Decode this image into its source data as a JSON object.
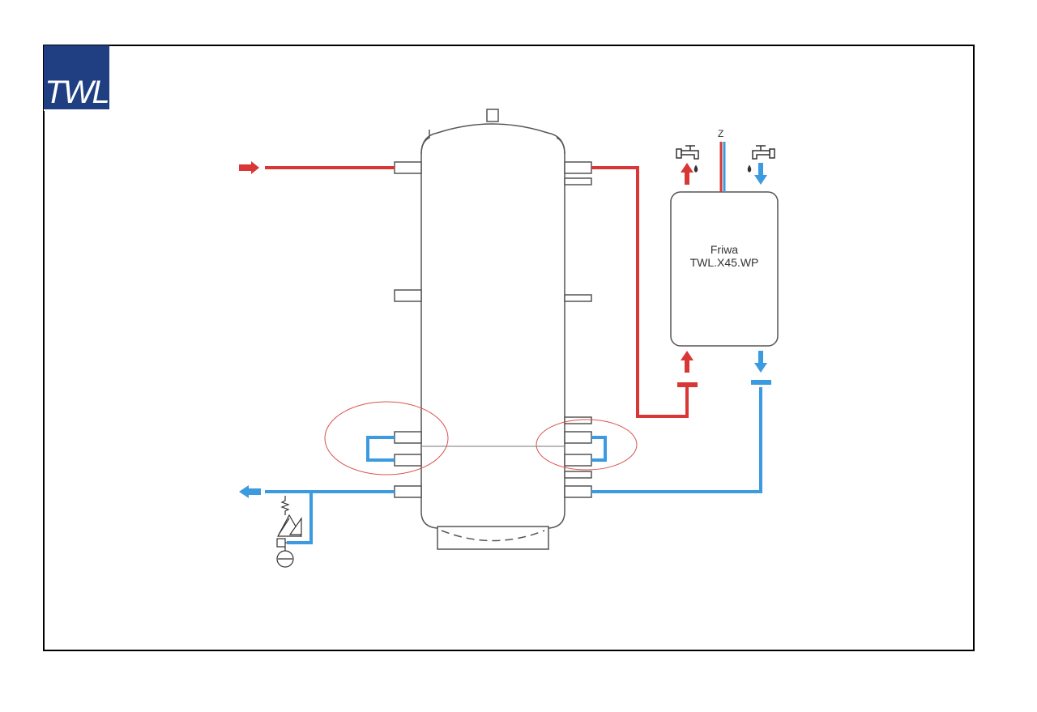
{
  "logo": {
    "text": "TWL"
  },
  "unit": {
    "line1": "Friwa",
    "line2": "TWL.X45.WP"
  },
  "circulation": {
    "label": "Z"
  },
  "colors": {
    "hot": "#d93636",
    "cold": "#3b9ae0",
    "logo_bg": "#1f3f82",
    "outline": "#555555",
    "annotation": "#d9534f"
  },
  "icons": [
    "hot-tap-icon",
    "cold-tap-icon",
    "expansion-vessel-icon",
    "safety-valve-icon",
    "flow-arrow-icon"
  ]
}
